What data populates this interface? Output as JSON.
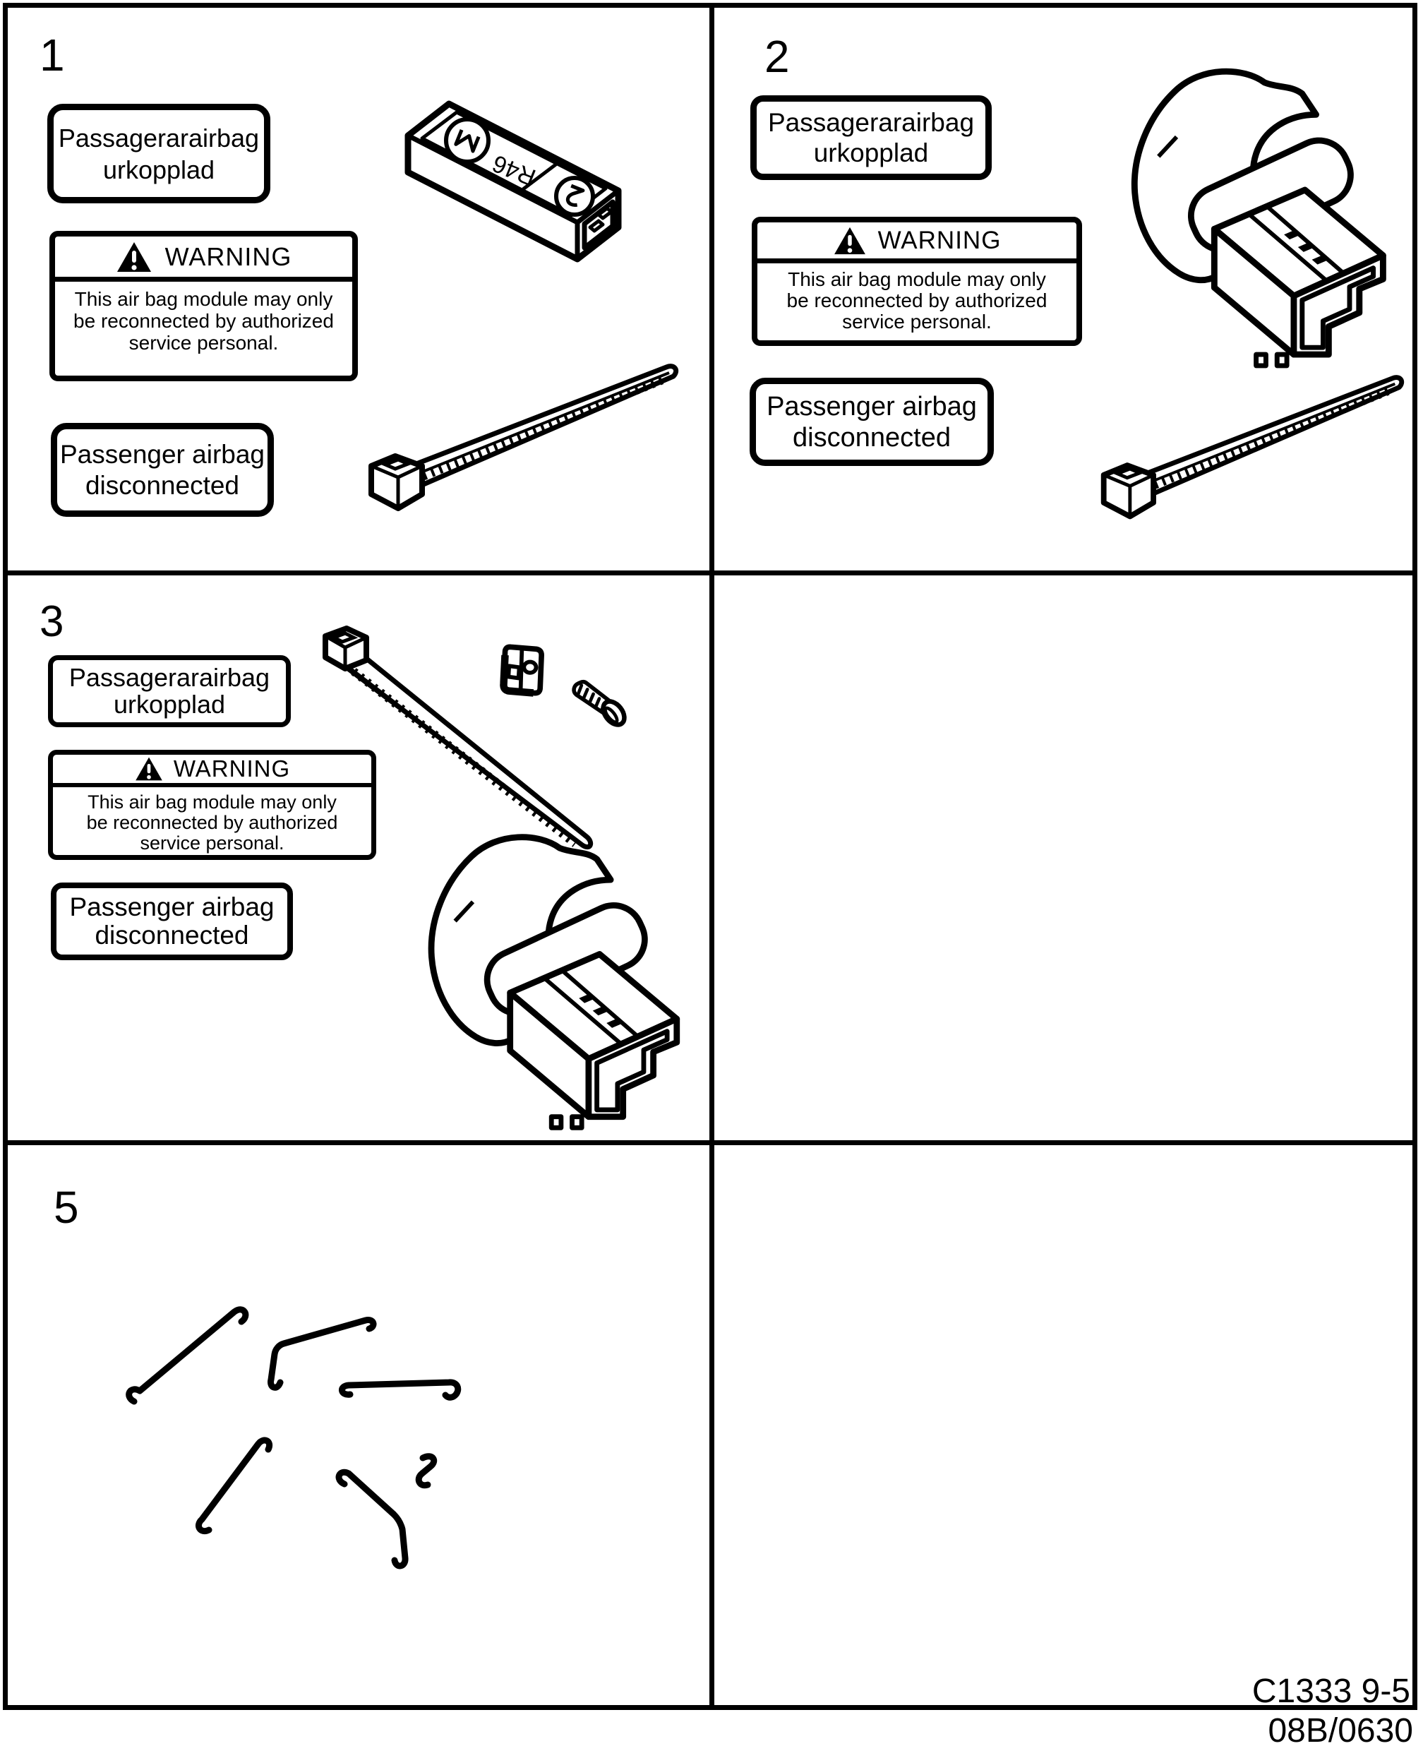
{
  "page": {
    "ink_color": "#000000",
    "paper_color": "#ffffff"
  },
  "shared": {
    "swedish_label": {
      "line1": "Passagerarairbag",
      "line2": "urkopplad"
    },
    "warning_label": {
      "title": "WARNING",
      "line1": "This air bag module may only",
      "line2": "be reconnected by authorized",
      "line3": "service personal."
    },
    "english_label": {
      "line1": "Passenger airbag",
      "line2": "disconnected"
    }
  },
  "panels": {
    "p1": {
      "number": "1",
      "relay_marking": "R46"
    },
    "p2": {
      "number": "2"
    },
    "p3": {
      "number": "3"
    },
    "p5": {
      "number": "5"
    }
  },
  "footer": {
    "figure_number": "C1333 9-5",
    "document_number": "08B/0630"
  }
}
